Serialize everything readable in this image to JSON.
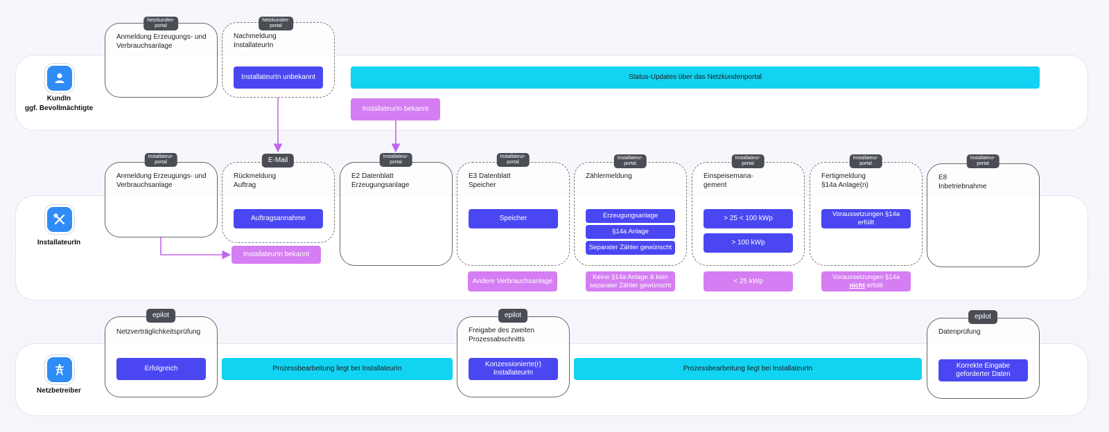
{
  "lanes": {
    "kunde": {
      "label_line1": "KundIn",
      "label_line2": "ggf. Bevollmächtigte",
      "icon": "person-icon"
    },
    "installateur": {
      "label": "InstallateurIn",
      "icon": "tools-icon"
    },
    "netzbetreiber": {
      "label": "Netzbetreiber",
      "icon": "power-pylon-icon"
    }
  },
  "kunde": {
    "step1": {
      "tag": "Netzkunden-\nportal",
      "title": "Anmeldung Erzeugungs- und\nVerbrauchsanlage"
    },
    "step2": {
      "tag": "Netzkunden-\nportal",
      "title": "Nachmeldung\nInstallateurIn",
      "button": "InstallateurIn unbekannt"
    },
    "status_bar": "Status-Updates über das Netzkundenportal",
    "installateur_bekannt": "InstallateurIn bekannt"
  },
  "installateur": {
    "step1": {
      "tag": "Installateur-\nportal",
      "title": "Anmeldung Erzeugungs- und\nVerbrauchsanlage",
      "below": "InstallateurIn bekannt"
    },
    "step2": {
      "tag": "E-Mail",
      "title": "Rückmeldung\nAuftrag",
      "button": "Auftragsannahme"
    },
    "step3": {
      "tag": "Installateur-\nportal",
      "title": "E2 Datenblatt\nErzeugungsanlage"
    },
    "step4": {
      "tag": "Installateur-\nportal",
      "title": "E3 Datenblatt\nSpeicher",
      "button": "Speicher",
      "below": "Andere Verbrauchsanlage"
    },
    "step5": {
      "tag": "Installateur-\nportal",
      "title": "Zählermeldung",
      "b1": "Erzeugungsanlage",
      "b2": "§14a Anlage",
      "b3": "Separater Zähler gewünscht",
      "below": "Keine §14a Anlage & kein\nseparater Zähler gewünscht"
    },
    "step6": {
      "tag": "Installateur-\nportal",
      "title": "Einspeisemana-\ngement",
      "b1": "> 25 < 100 kWp",
      "b2": "> 100 kWp",
      "below": "< 25 kWp"
    },
    "step7": {
      "tag": "Installateur-\nportal",
      "title": "Fertigmeldung\n§14a Anlage(n)",
      "button": "Voraussetzungen §14a\nerfüllt",
      "below_part1": "Voraussetzungen §14a",
      "below_part2": "nicht",
      "below_part3": "erfüllt"
    },
    "step8": {
      "tag": "Installateur-\nportal",
      "title": "E8\nInbetriebnahme"
    }
  },
  "netzbetreiber": {
    "step1": {
      "tag": "epilot",
      "title": "Netzverträglichkeitsprüfung",
      "button": "Erfolgreich"
    },
    "bar1": "Prozessbearbeitung liegt bei InstallateurIn",
    "step2": {
      "tag": "epilot",
      "title": "Freigabe des zweiten\nProzessabschnitts",
      "button": "Konzessionierte(r)\nInstallateurIn"
    },
    "bar2": "Prozessbearbeitung liegt bei InstallateurIn",
    "step3": {
      "tag": "epilot",
      "title": "Datenprüfung",
      "button": "Korrekte Eingabe\ngeforderter Daten"
    }
  },
  "colors": {
    "blue": "#4a47f2",
    "pink": "#d57df2",
    "cyan": "#12d3f2",
    "arrow": "#c364ef",
    "icon_bg": "#2f8cf5",
    "tag_bg": "#4b4d55"
  }
}
